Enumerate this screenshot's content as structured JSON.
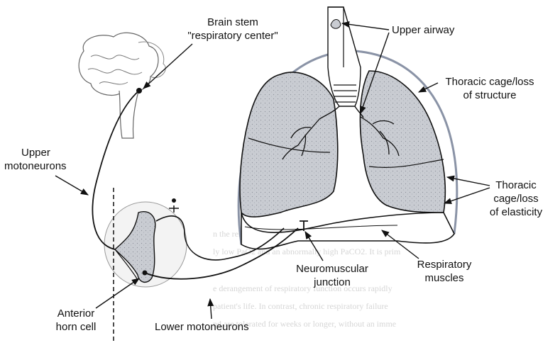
{
  "labels": {
    "brain_stem": {
      "line1": "Brain stem",
      "line2": "\"respiratory center\""
    },
    "upper_airway": "Upper airway",
    "thoracic_cage_structure": {
      "line1": "Thoracic cage/loss",
      "line2": "of structure"
    },
    "upper_motoneurons": {
      "line1": "Upper",
      "line2": "motoneurons"
    },
    "thoracic_cage_elasticity": {
      "line1": "Thoracic",
      "line2": "cage/loss",
      "line3": "of elasticity"
    },
    "neuromuscular_junction": {
      "line1": "Neuromuscular",
      "line2": "junction"
    },
    "respiratory_muscles": {
      "line1": "Respiratory",
      "line2": "muscles"
    },
    "anterior_horn_cell": {
      "line1": "Anterior",
      "line2": "horn cell"
    },
    "lower_motoneurons": "Lower motoneurons"
  },
  "background_text": {
    "line1": "n the respiratory system's ability to maintain adequate",
    "line2": "ly low PaO2 and an abnormally high PaCO2. It is prim",
    "line3": "e derangement of respiratory function occurs rapidly",
    "line4": "patient's life. In contrast, chronic respiratory failure",
    "line5": "nd are tolerated for weeks or longer, without an imme"
  },
  "colors": {
    "line": "#111111",
    "lung_fill": "#c9ccd2",
    "cage_stroke": "#8a93a6",
    "spine_fill": "#c9ccd2"
  }
}
